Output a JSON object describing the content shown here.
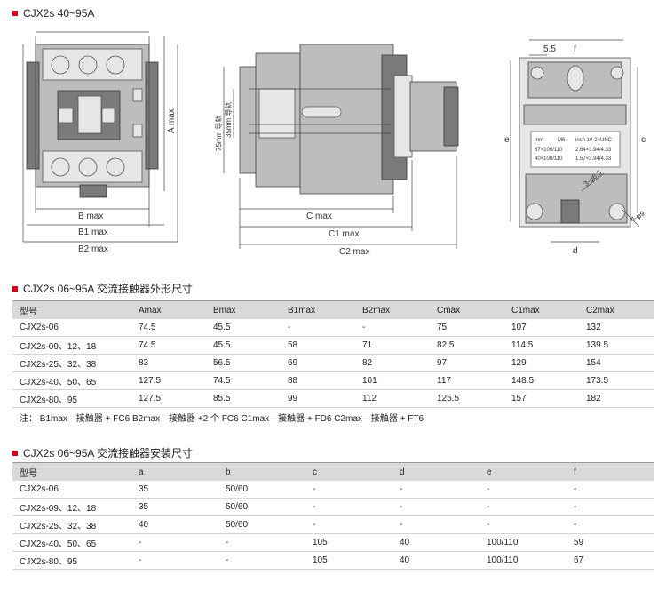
{
  "titles": {
    "main": "CJX2s 40~95A",
    "outline": "CJX2s 06~95A 交流接触器外形尺寸",
    "mount": "CJX2s 06~95A 交流接触器安装尺寸"
  },
  "drawing_labels": {
    "front": {
      "a_max": "A max",
      "b_max": "B max",
      "b1_max": "B1 max",
      "b2_max": "B2 max"
    },
    "side": {
      "mm75": "75mm 导轨",
      "mm35": "35mm 导轨",
      "c_max": "C max",
      "c1_max": "C1 max",
      "c2_max": "C2 max"
    },
    "mount": {
      "dim55": "5.5",
      "f": "f",
      "e": "e",
      "c": "c",
      "d": "d",
      "hole1": "3-φ6.3",
      "hole2": "4-φ9",
      "table_h1": "mm",
      "table_h2": "M6",
      "table_h3": "inch 10-24UNC",
      "row1a": "67×100/110",
      "row1b": "2.64×3.94/4.33",
      "row2a": "40×100/110",
      "row2b": "1.57×3.94/4.33"
    }
  },
  "outline_table": {
    "headers": [
      "型号",
      "Amax",
      "Bmax",
      "B1max",
      "B2max",
      "Cmax",
      "C1max",
      "C2max"
    ],
    "rows": [
      [
        "CJX2s-06",
        "74.5",
        "45.5",
        "-",
        "-",
        "75",
        "107",
        "132"
      ],
      [
        "CJX2s-09、12、18",
        "74.5",
        "45.5",
        "58",
        "71",
        "82.5",
        "114.5",
        "139.5"
      ],
      [
        "CJX2s-25、32、38",
        "83",
        "56.5",
        "69",
        "82",
        "97",
        "129",
        "154"
      ],
      [
        "CJX2s-40、50、65",
        "127.5",
        "74.5",
        "88",
        "101",
        "117",
        "148.5",
        "173.5"
      ],
      [
        "CJX2s-80、95",
        "127.5",
        "85.5",
        "99",
        "112",
        "125.5",
        "157",
        "182"
      ]
    ]
  },
  "note": "注：  B1max—接触器 + FC6   B2max—接触器 +2 个 FC6   C1max—接触器 + FD6   C2max—接触器 + FT6",
  "mount_table": {
    "headers": [
      "型号",
      "a",
      "b",
      "c",
      "d",
      "e",
      "f"
    ],
    "rows": [
      [
        "CJX2s-06",
        "35",
        "50/60",
        "-",
        "-",
        "-",
        "-"
      ],
      [
        "CJX2s-09、12、18",
        "35",
        "50/60",
        "-",
        "-",
        "-",
        "-"
      ],
      [
        "CJX2s-25、32、38",
        "40",
        "50/60",
        "-",
        "-",
        "-",
        "-"
      ],
      [
        "CJX2s-40、50、65",
        "-",
        "-",
        "105",
        "40",
        "100/110",
        "59"
      ],
      [
        "CJX2s-80、95",
        "-",
        "-",
        "105",
        "40",
        "100/110",
        "67"
      ]
    ]
  },
  "colors": {
    "accent": "#d6001c",
    "header_bg": "#d9d9d9"
  }
}
